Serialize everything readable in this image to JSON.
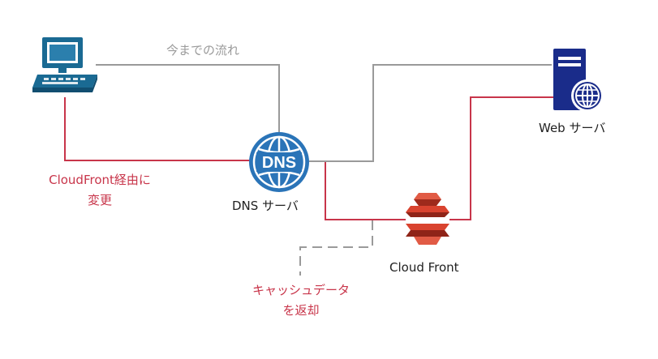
{
  "diagram": {
    "legacy_flow_label": "今までの流れ",
    "change_note_line1": "CloudFront経由に",
    "change_note_line2": "変更",
    "cache_note_line1": "キャッシュデータ",
    "cache_note_line2": "を返却",
    "dns_icon_text": "DNS",
    "dns_server_label": "DNS サーバ",
    "web_server_label": "Web サーバ",
    "cloudfront_label": "Cloud Front"
  },
  "colors": {
    "legacy_line": "#9a9a9a",
    "new_line": "#c8354a",
    "client_blue": "#1a6a93",
    "dns_blue": "#2a74b8",
    "server_navy": "#1a2c8a",
    "cloudfront_red": "#d9432f"
  },
  "icons": {
    "client": "desktop-computer-icon",
    "dns": "dns-globe-icon",
    "web": "web-server-icon",
    "cdn": "cloudfront-icon"
  }
}
